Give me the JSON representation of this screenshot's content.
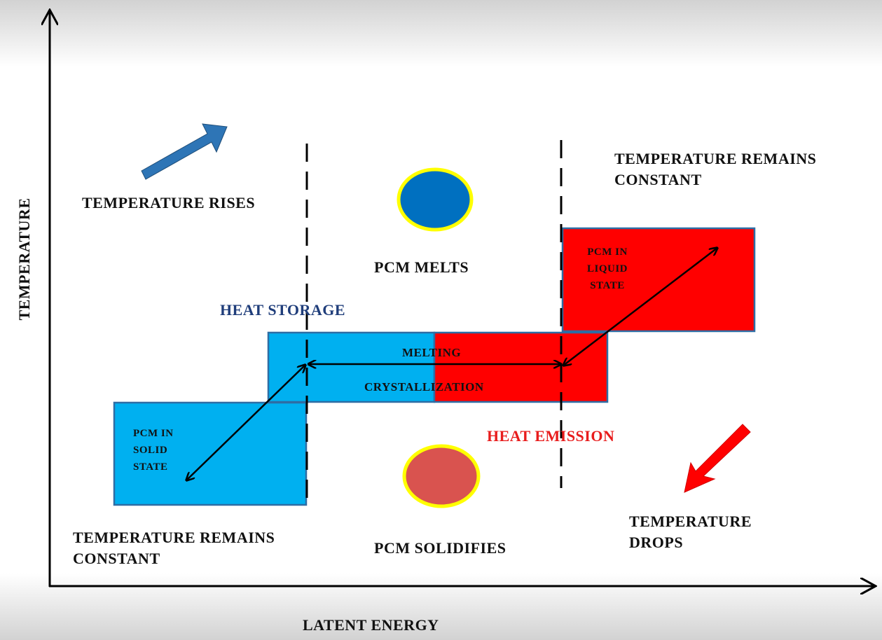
{
  "axes": {
    "x_label": "LATENT ENERGY",
    "y_label": "TEMPERATURE"
  },
  "labels": {
    "temperature_rises": "TEMPERATURE RISES",
    "temperature_remains_constant_top": "TEMPERATURE REMAINS\nCONSTANT",
    "temperature_remains_constant_bottom": "TEMPERATURE REMAINS\nCONSTANT",
    "temperature_drops": "TEMPERATURE\nDROPS",
    "pcm_melts": "PCM MELTS",
    "pcm_solidifies": "PCM SOLIDIFIES",
    "heat_storage": "HEAT STORAGE",
    "heat_emission": "HEAT EMISSION",
    "melting": "MELTING",
    "crystallization": "CRYSTALLIZATION",
    "pcm_solid_state": "PCM IN\nSOLID\nSTATE",
    "pcm_liquid_state": "PCM IN\nLIQUID\nSTATE"
  },
  "colors": {
    "solid_box": "#00b0f0",
    "liquid_box": "#ff0000",
    "box_border": "#2e6da4",
    "rise_arrow": "#2e75b6",
    "drop_arrow": "#ff0000",
    "melts_circle": "#0070c0",
    "solidifies_circle": "#d9534f",
    "circle_ring": "#ffff00",
    "heat_storage_text": "#1f3d7a",
    "heat_emission_text": "#e81c1c"
  }
}
